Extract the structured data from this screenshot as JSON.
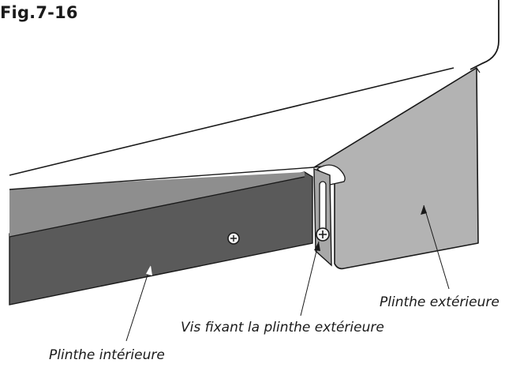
{
  "figure": {
    "title": "Fig.7-16"
  },
  "labels": {
    "outer_plinth": "Plinthe extérieure",
    "screw": "Vis fixant la plinthe extérieure",
    "inner_plinth": "Plinthe intérieure"
  },
  "colors": {
    "line": "#1a1a1a",
    "outer_plinth_fill": "#b3b3b3",
    "inner_plinth_fill": "#5a5a5a",
    "inner_plinth_top_fill": "#8e8e8e",
    "cabinet_fill": "#ffffff",
    "bracket_fill": "#a8a8a8",
    "screw_fill": "#f2f2f2"
  }
}
